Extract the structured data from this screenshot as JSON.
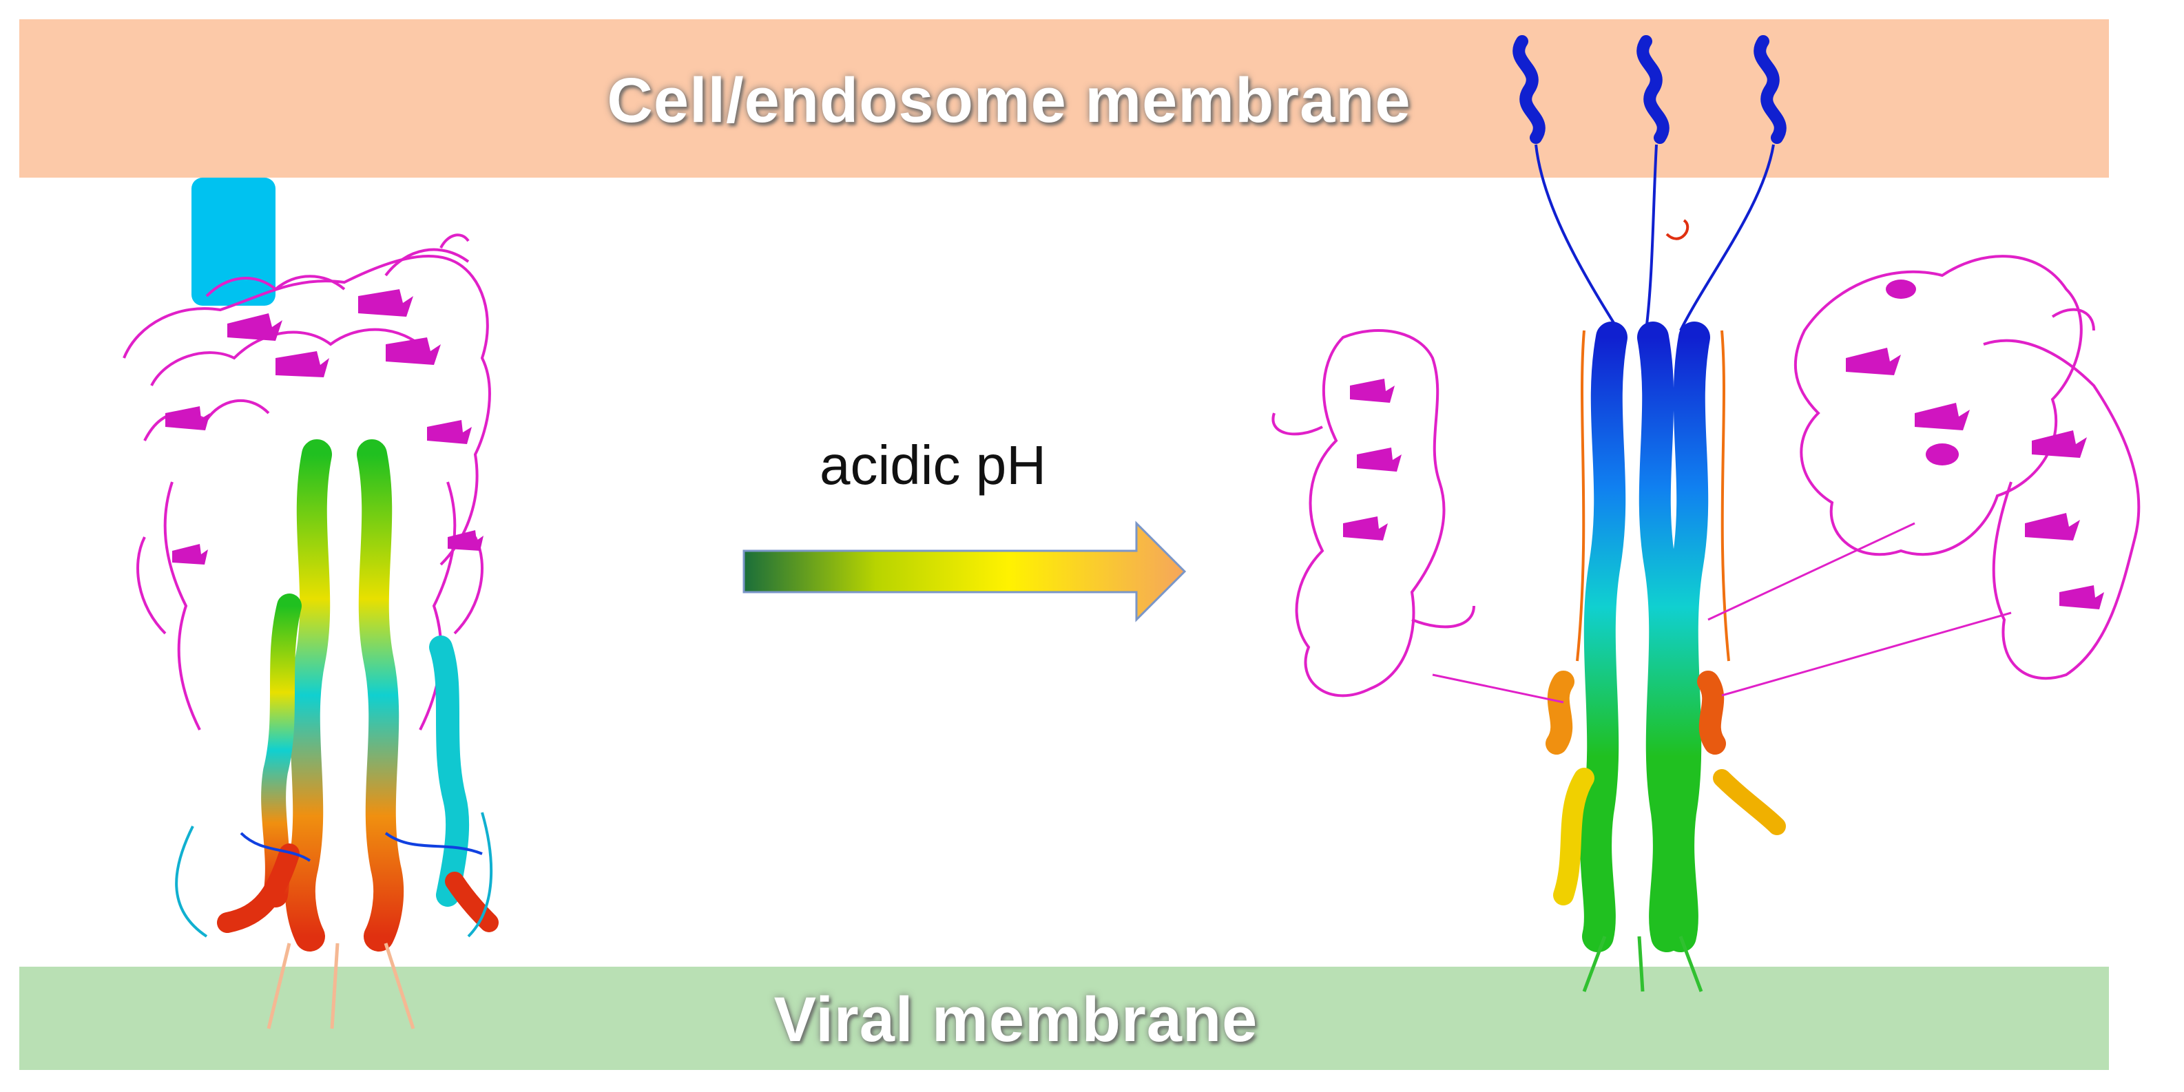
{
  "labels": {
    "cell_membrane": "Cell/endosome membrane",
    "viral_membrane": "Viral membrane",
    "transition": "acidic pH"
  },
  "colors": {
    "cell_membrane": "#fcc9a8",
    "viral_membrane": "#b9e0b4",
    "receptor": "#00c2f0",
    "globular_domain": "#e020c8",
    "arrow_gradient": [
      "#1a7a3a",
      "#d4e800",
      "#fff200",
      "#f5a65b"
    ],
    "helix_rainbow": [
      "#1020d0",
      "#1080f0",
      "#10d0d0",
      "#20c020",
      "#f0e000",
      "#f09010",
      "#e03010"
    ]
  },
  "structures": {
    "prefusion": "pre-fusion trimer anchored in viral membrane, receptor bound at top",
    "postfusion": "post-fusion elongated coiled-coil bridging both membranes"
  }
}
